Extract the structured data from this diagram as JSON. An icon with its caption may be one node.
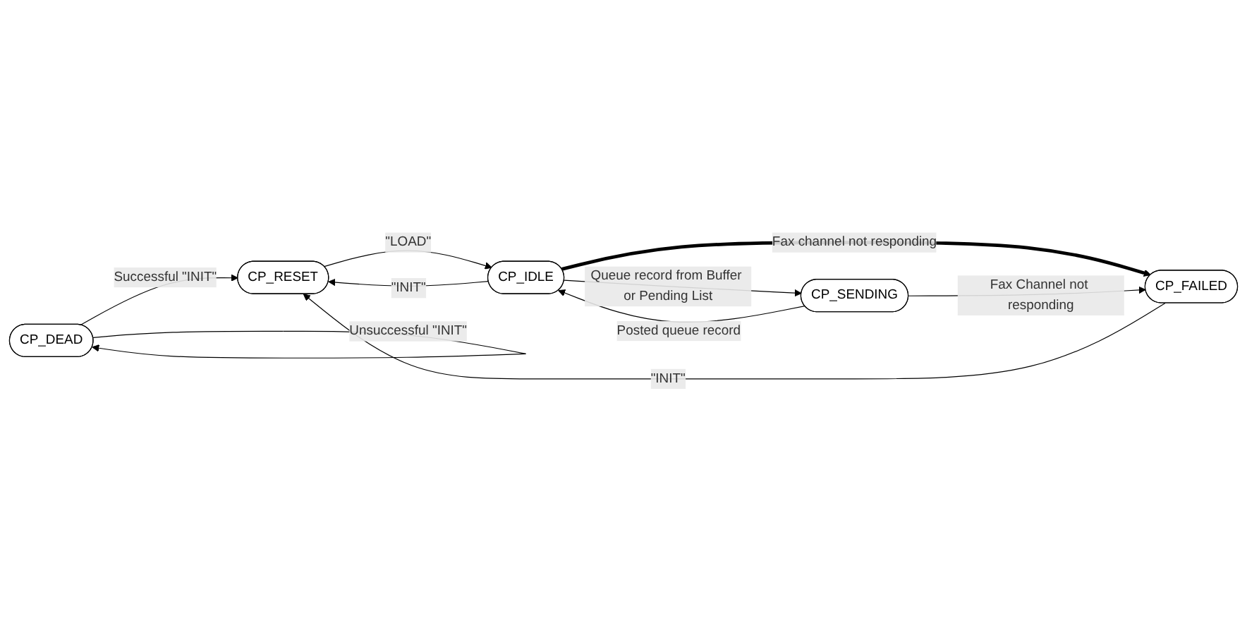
{
  "diagram": {
    "nodes": [
      {
        "text": [
          "CP_DEAD"
        ]
      },
      {
        "text": [
          "CP_RESET"
        ]
      },
      {
        "text": [
          "CP_IDLE"
        ]
      },
      {
        "text": [
          "CP_SENDING"
        ]
      },
      {
        "text": [
          "CP_FAILED"
        ]
      }
    ],
    "edges": [
      {
        "from": 0,
        "to": 1,
        "arrow": "to",
        "label": "Successful \"INIT\""
      },
      {
        "from": 1,
        "to": 2,
        "arrow": "to",
        "label": "\"LOAD\""
      },
      {
        "from": 2,
        "to": 3,
        "arrow": "to",
        "label": "Queue record from Buffer or Pending List"
      },
      {
        "from": 2,
        "to": 1,
        "arrow": "to",
        "label": "\"INIT\""
      },
      {
        "from": 3,
        "to": 2,
        "arrow": "to",
        "label": "Posted queue record"
      },
      {
        "from": 2,
        "to": 4,
        "arrow": "to",
        "label": "Fax channel not responding",
        "style": "thick"
      },
      {
        "from": 3,
        "to": 4,
        "arrow": "to",
        "label": "Fax Channel not responding"
      },
      {
        "from": 4,
        "to": 1,
        "arrow": "to",
        "label": "\"INIT\""
      },
      {
        "from": 0,
        "to": 0,
        "arrow": "to",
        "label": "Unsuccessful \"INIT\""
      }
    ]
  }
}
